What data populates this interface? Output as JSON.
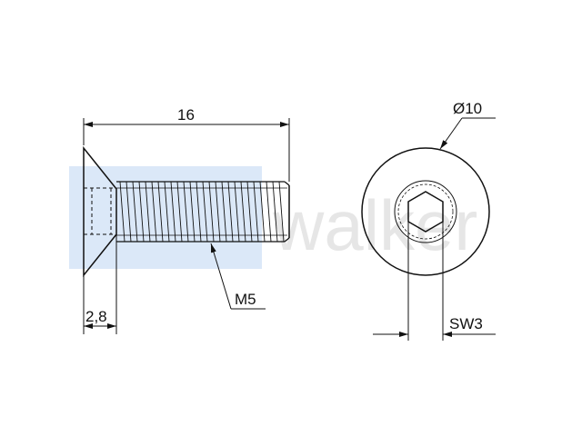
{
  "drawing": {
    "dimensions": {
      "total_length": "16",
      "head_height": "2,8",
      "thread": "M5",
      "head_diameter": "Ø10",
      "socket_size": "SW3"
    },
    "watermark": {
      "text": "walker",
      "color": "#e6e6e6",
      "logo_color": "#dbe8f8"
    },
    "colors": {
      "line": "#111111",
      "background": "#ffffff"
    }
  }
}
